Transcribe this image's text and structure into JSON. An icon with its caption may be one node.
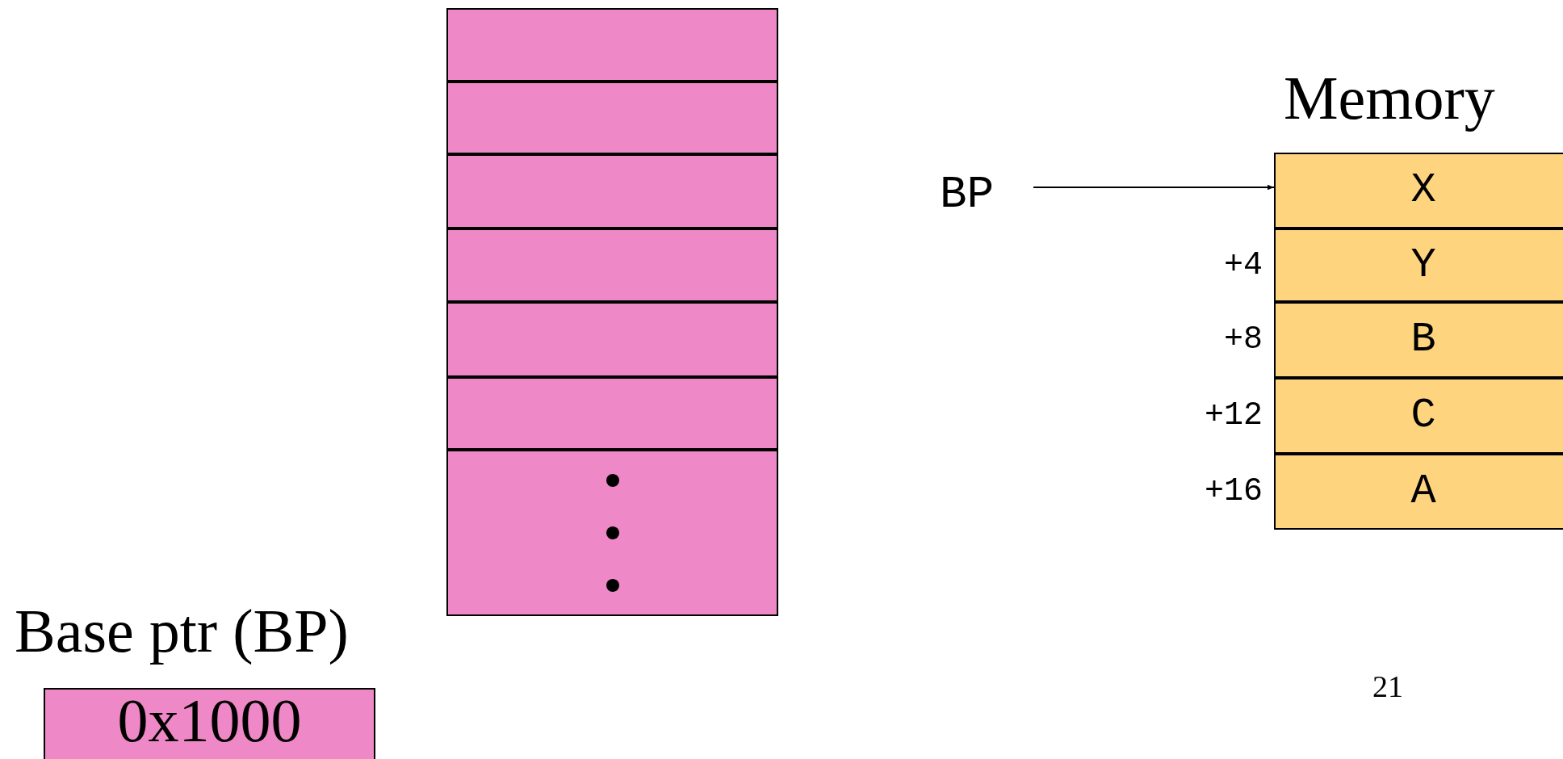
{
  "diagram": {
    "nodes": [
      {
        "text": [],
        "shape": "box"
      },
      {
        "text": [],
        "shape": "box"
      },
      {
        "text": [],
        "shape": "box"
      },
      {
        "text": [],
        "shape": "box"
      },
      {
        "text": [],
        "shape": "box"
      },
      {
        "text": [],
        "shape": "box"
      },
      {
        "text": [],
        "shape": "box"
      },
      {
        "text": [
          "BP"
        ]
      },
      {
        "text": [
          "X"
        ]
      },
      {
        "text": [
          "Y"
        ],
        "beside": [
          "+4"
        ]
      },
      {
        "text": [
          "B"
        ],
        "beside": [
          "+8"
        ]
      },
      {
        "text": [
          "C"
        ],
        "beside": [
          "+12"
        ]
      },
      {
        "text": [
          "A"
        ],
        "beside": [
          "+16"
        ]
      },
      {
        "text": [
          "0x1000"
        ]
      }
    ],
    "edges": [
      {
        "from": 7,
        "to": 8,
        "arrow": "to"
      }
    ],
    "labels": [
      "Memory",
      "Base ptr (BP)",
      "21"
    ]
  }
}
